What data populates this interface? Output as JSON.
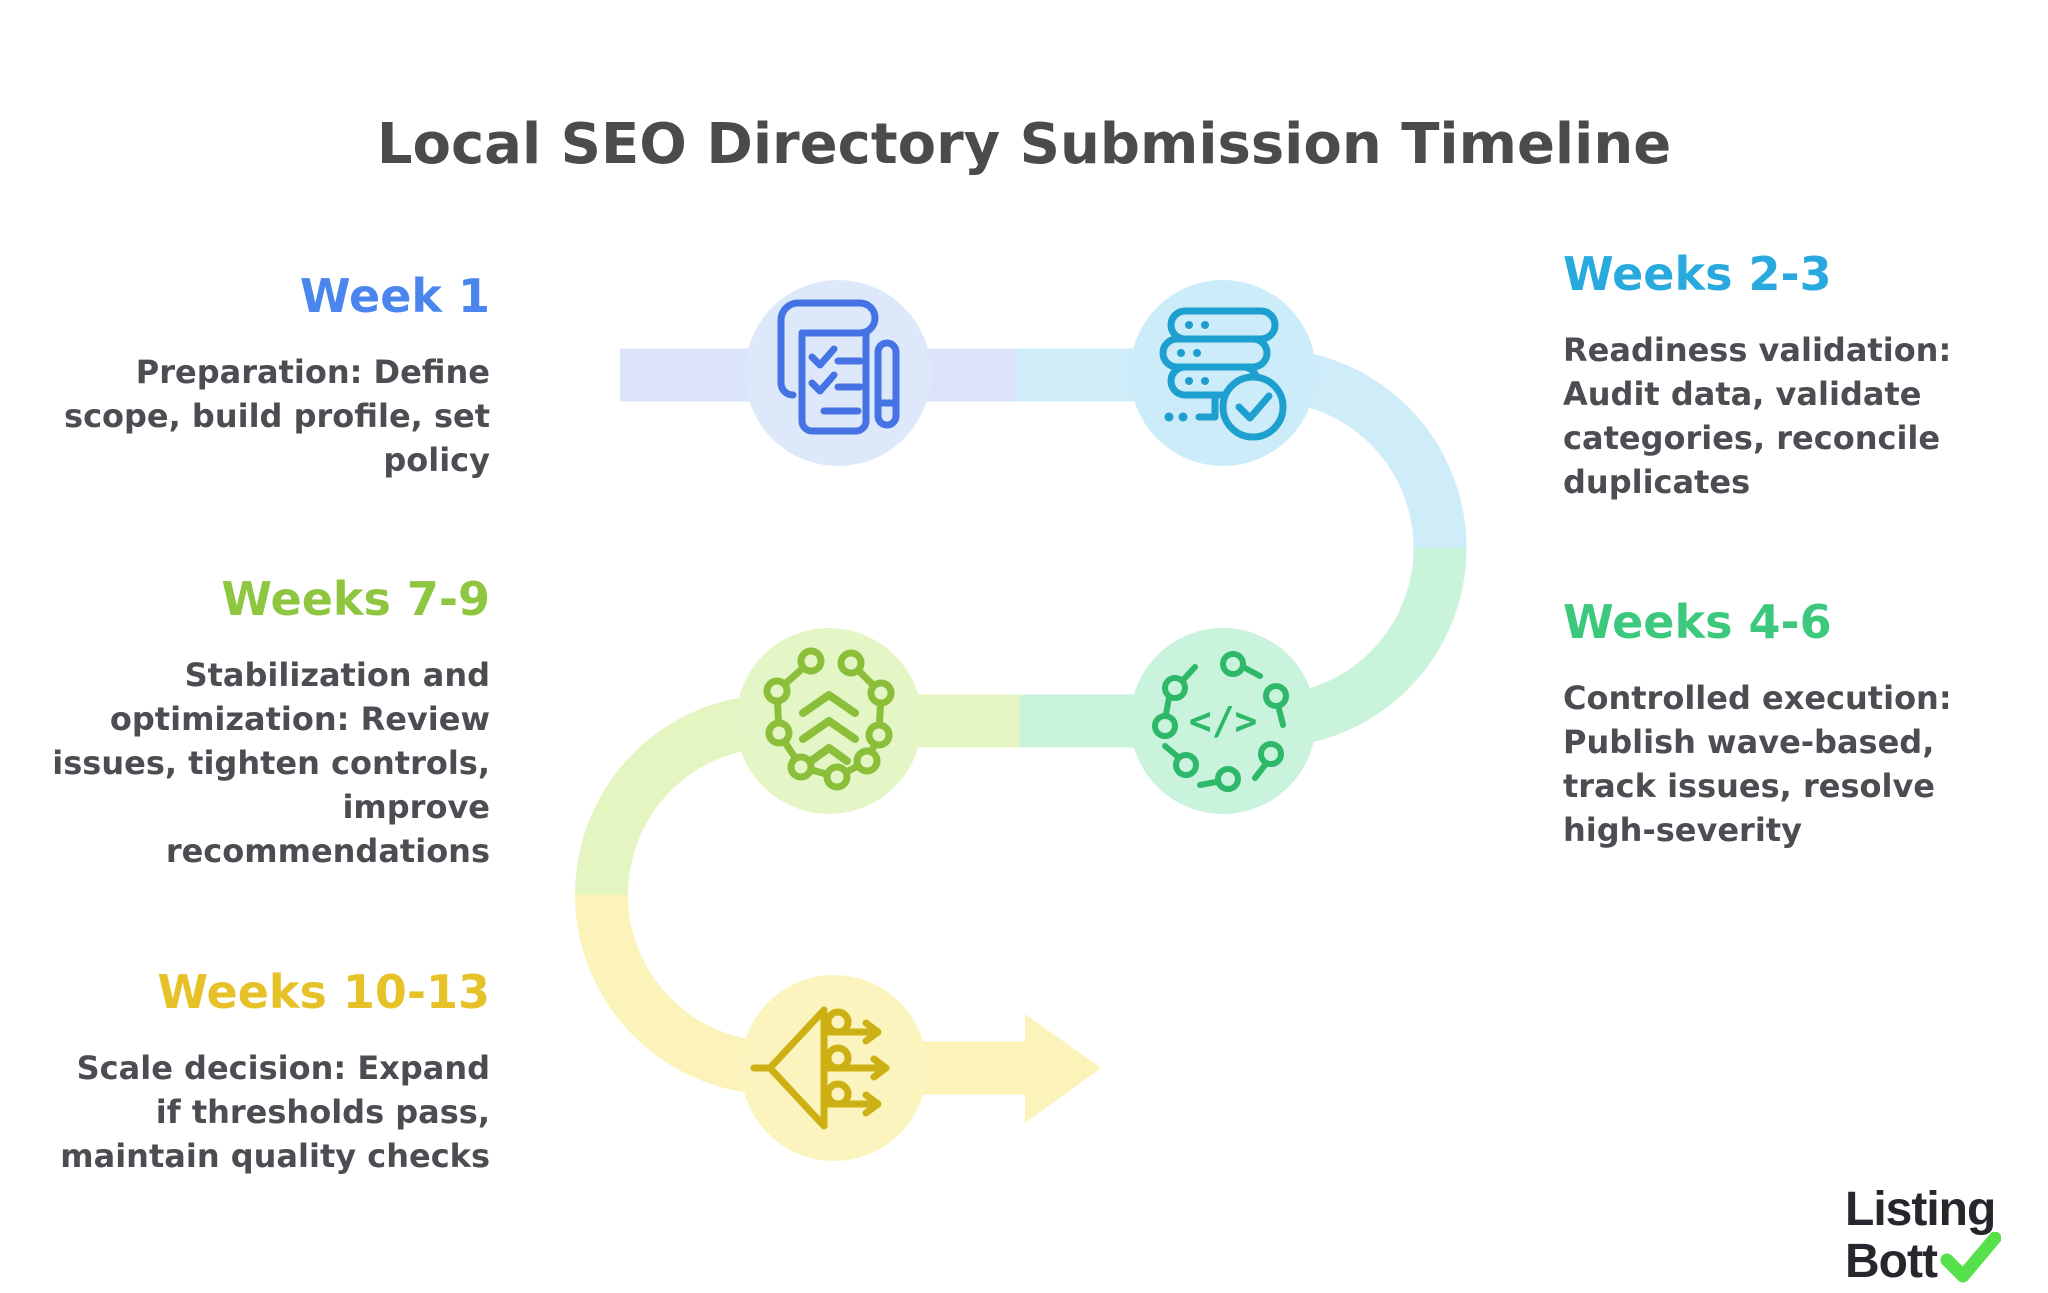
{
  "title": "Local SEO Directory Submission Timeline",
  "steps": [
    {
      "label": "Week 1",
      "label_color": "#4a86ee",
      "lines": [
        "Preparation: Define",
        "scope, build profile, set",
        "policy"
      ],
      "icon": "checklist-scroll-icon"
    },
    {
      "label": "Weeks 2-3",
      "label_color": "#29aadf",
      "lines": [
        "Readiness validation:",
        "Audit data, validate",
        "categories, reconcile",
        "duplicates"
      ],
      "icon": "server-check-icon"
    },
    {
      "label": "Weeks 4-6",
      "label_color": "#3cc97e",
      "lines": [
        "Controlled execution:",
        "Publish wave-based,",
        "track issues, resolve",
        "high-severity"
      ],
      "icon": "code-deploy-icon",
      "icon_glyph": "</>"
    },
    {
      "label": "Weeks 7-9",
      "label_color": "#8ec63f",
      "lines": [
        "Stabilization and",
        "optimization: Review",
        "issues, tighten controls,",
        "improve",
        "recommendations"
      ],
      "icon": "network-chevrons-icon"
    },
    {
      "label": "Weeks 10-13",
      "label_color": "#e6c228",
      "lines": [
        "Scale decision: Expand",
        "if thresholds pass,",
        "maintain quality checks"
      ],
      "icon": "split-arrows-icon"
    }
  ],
  "palette": {
    "band_blue": "#dbe4f8",
    "band_cyan": "#cfecf9",
    "band_green": "#caf3dc",
    "band_lime": "#e5f5c2",
    "band_yellow": "#fbf3ba",
    "node_blue": "#dde9fb",
    "node_cyan": "#cdecf9",
    "node_green": "#c9f3dc",
    "node_lime": "#e5f6c6",
    "node_yellow": "#fcf4bf",
    "icon_blue": "#4673e4",
    "icon_cyan": "#1d9fd0",
    "icon_green": "#2eb869",
    "icon_lime": "#8bbf3a",
    "icon_gold": "#cdb013",
    "title_color": "#4b4b4d",
    "body_color": "#4c4d52"
  },
  "logo": {
    "line1": "Listing",
    "line2": "Bott",
    "check_color": "#56e14b",
    "text_color": "#26272c"
  }
}
